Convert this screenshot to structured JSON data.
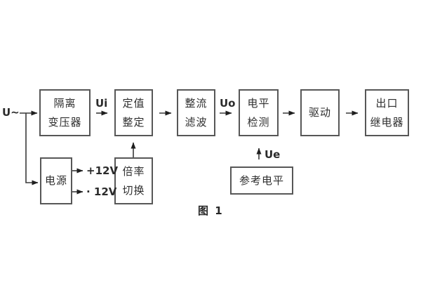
{
  "figure": {
    "caption": "图 1"
  },
  "signal_labels": {
    "input": "U~",
    "ui": "Ui",
    "uo": "Uo",
    "ue": "Ue",
    "rail_positive": "+12V",
    "rail_negative": "· 12V"
  },
  "boxes": {
    "isolation_transformer": {
      "line1": "隔离",
      "line2": "变压器"
    },
    "setpoint_setting": {
      "line1": "定值",
      "line2": "整定"
    },
    "rectifier_filter": {
      "line1": "整流",
      "line2": "滤波"
    },
    "level_detection": {
      "line1": "电平",
      "line2": "检测"
    },
    "drive": {
      "label": "驱动"
    },
    "output_relay": {
      "line1": "出口",
      "line2": "继电器"
    },
    "power_supply": {
      "label": "电源"
    },
    "ratio_switch": {
      "line1": "倍率",
      "line2": "切换"
    },
    "reference_level": {
      "label": "参考电平"
    }
  },
  "colors": {
    "background": "#ffffff",
    "box_border": "#575757",
    "wire": "#3a3a3a",
    "arrowhead": "#1f1f1f",
    "text": "#2d2d2d"
  }
}
